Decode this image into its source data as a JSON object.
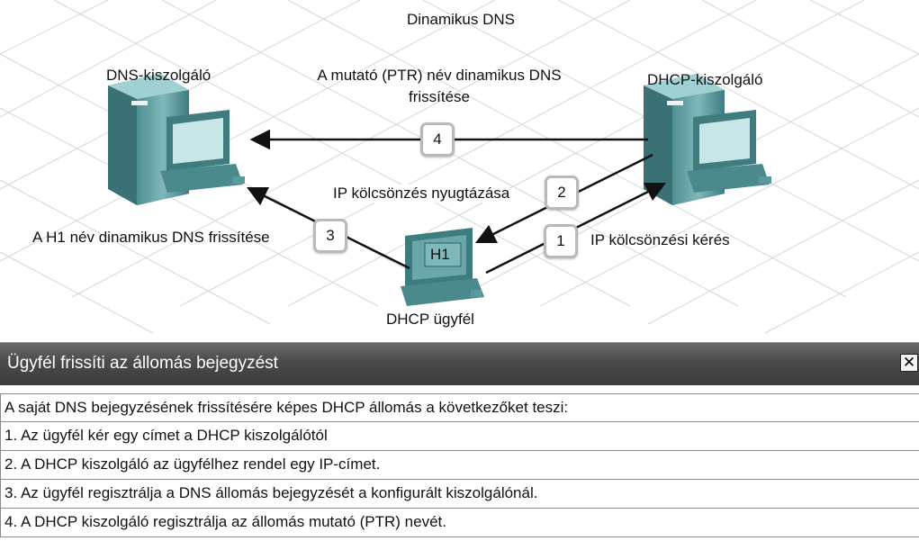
{
  "diagram": {
    "title": "Dinamikus DNS",
    "dns_server_label": "DNS-kiszolgáló",
    "dhcp_server_label": "DHCP-kiszolgáló",
    "client_label": "DHCP ügyfél",
    "host_tag": "H1",
    "arrows": {
      "step4_line1": "A mutató (PTR) név dinamikus DNS",
      "step4_line2": "frissítése",
      "step2": "IP kölcsönzés nyugtázása",
      "step3": "A H1 név dinamikus DNS frissítése",
      "step1": "IP kölcsönzési kérés"
    },
    "steps": {
      "s1": "1",
      "s2": "2",
      "s3": "3",
      "s4": "4"
    }
  },
  "panel": {
    "title": "Ügyfél frissíti az állomás bejegyzést",
    "close_glyph": "✕",
    "lines": [
      "A saját DNS bejegyzésének frissítésére képes DHCP állomás a következőket teszi:",
      "1. Az ügyfél kér egy címet a DHCP kiszolgálótól",
      "2. A DHCP kiszolgáló az ügyfélhez rendel egy IP-címet.",
      "3. Az ügyfél regisztrálja a DNS állomás bejegyzését a konfigurált kiszolgálónál.",
      "4. A DHCP kiszolgáló regisztrálja az állomás mutató (PTR) nevét."
    ]
  }
}
